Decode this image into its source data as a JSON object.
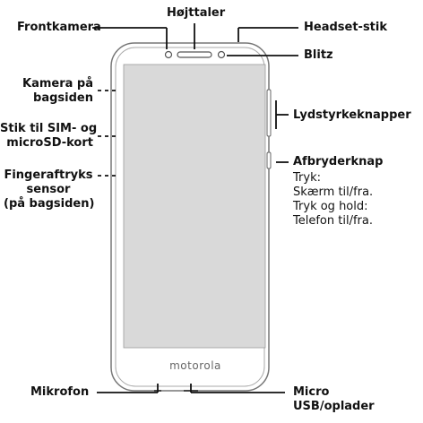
{
  "labels": {
    "front_camera": "Frontkamera",
    "speaker": "Højttaler",
    "headset_jack": "Headset-stik",
    "flash": "Blitz",
    "back_camera_line1": "Kamera på",
    "back_camera_line2": "bagsiden",
    "sim_line1": "Stik til SIM- og",
    "sim_line2": "microSD-kort",
    "fingerprint_line1": "Fingeraftryks",
    "fingerprint_line2": "sensor",
    "fingerprint_line3": "(på bagsiden)",
    "volume_keys": "Lydstyrkeknapper",
    "power_key": "Afbryderknap",
    "power_desc_line1": "Tryk:",
    "power_desc_line2": "Skærm til/fra.",
    "power_desc_line3": "Tryk og hold:",
    "power_desc_line4": "Telefon til/fra.",
    "microphone": "Mikrofon",
    "usb_line1": "Micro",
    "usb_line2": "USB/oplader"
  },
  "brand": "motorola",
  "colors": {
    "phone_outline": "#777777",
    "screen": "#d9d9d9",
    "leader": "#111111"
  }
}
